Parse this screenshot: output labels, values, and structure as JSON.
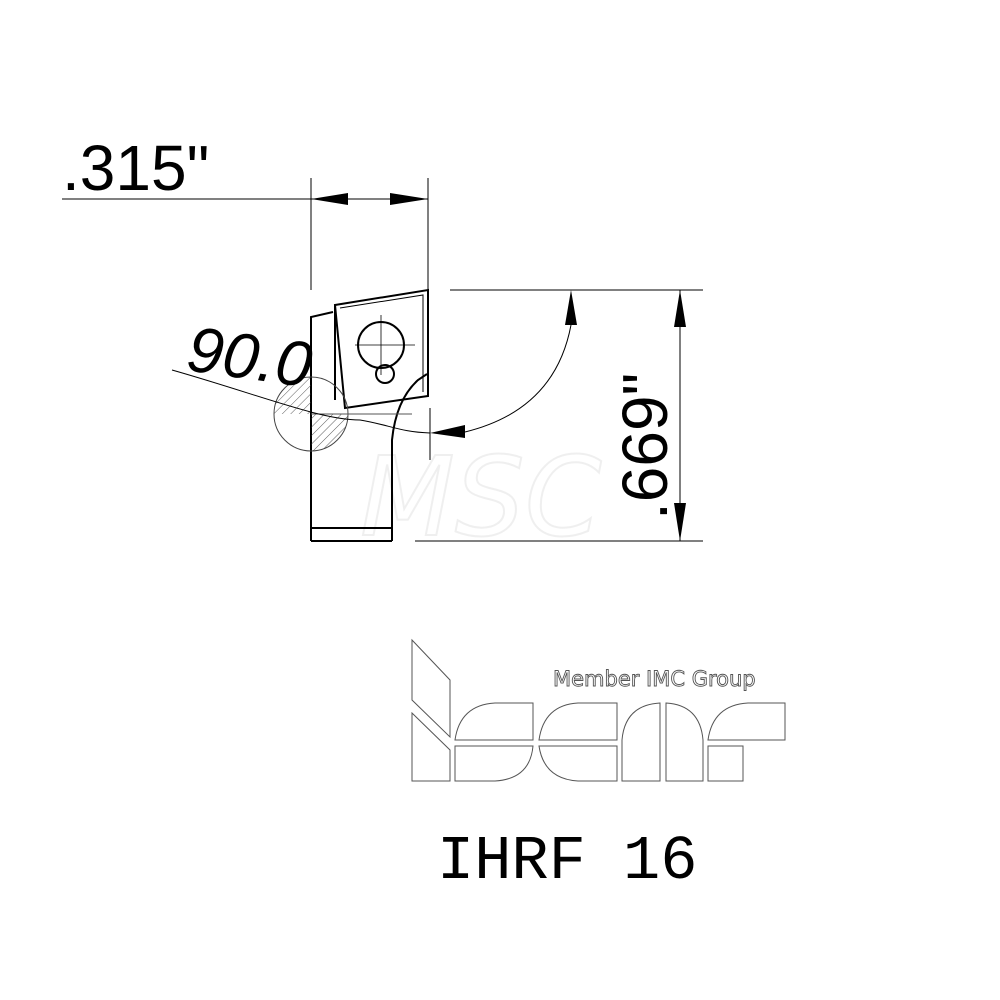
{
  "drawing": {
    "type": "technical-drawing",
    "subject": "boring bar / tool holder front view",
    "dimensions": {
      "width_label": ".315\"",
      "height_label": ".669\"",
      "angle_label": "90.0"
    },
    "watermark": "MSC",
    "brand": {
      "logo_name": "iscar",
      "tagline": "Member IMC Group"
    },
    "part_number": "IHRF 16",
    "colors": {
      "line": "#000000",
      "logo_outline": "#555555",
      "watermark": "#eeeeee",
      "background": "#ffffff"
    }
  }
}
